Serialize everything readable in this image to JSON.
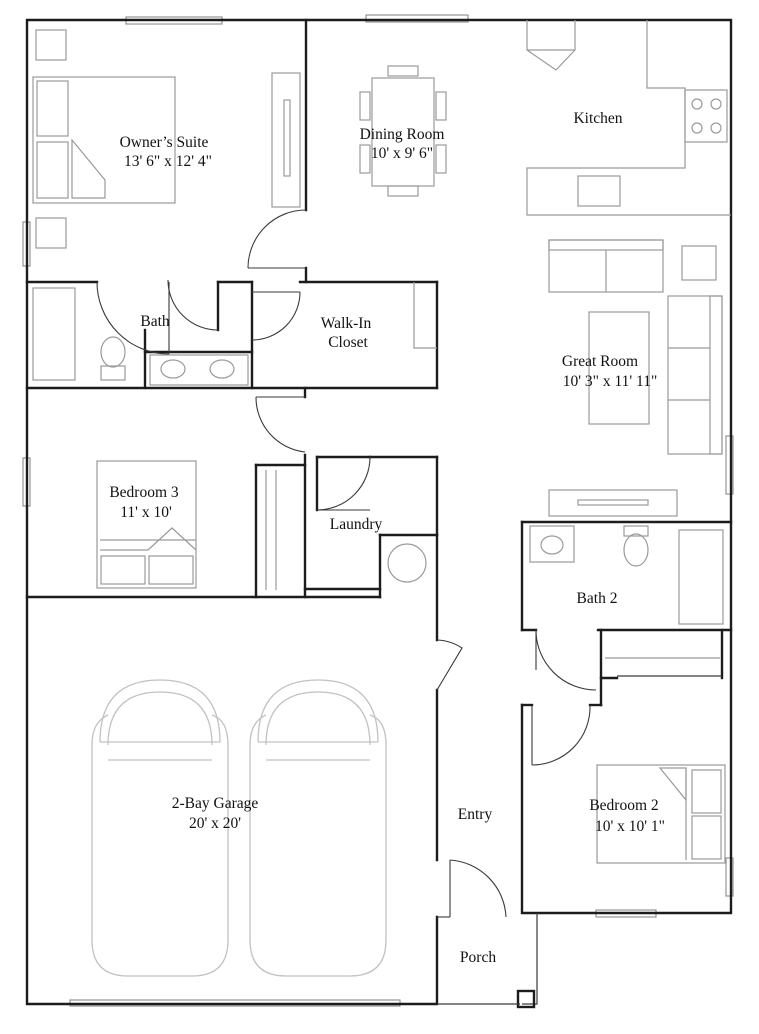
{
  "rooms": {
    "owners_suite": {
      "name": "Owner’s Suite",
      "dims": "13' 6\" x 12' 4\""
    },
    "dining_room": {
      "name": "Dining Room",
      "dims": "10' x 9' 6\""
    },
    "kitchen": {
      "name": "Kitchen"
    },
    "bath": {
      "name": "Bath"
    },
    "walk_in_closet": {
      "name_line1": "Walk-In",
      "name_line2": "Closet"
    },
    "great_room": {
      "name": "Great Room",
      "dims": "10' 3\" x 11' 11\""
    },
    "bedroom_3": {
      "name": "Bedroom 3",
      "dims": "11' x 10'"
    },
    "laundry": {
      "name": "Laundry"
    },
    "bath_2": {
      "name": "Bath 2"
    },
    "garage": {
      "name": "2-Bay Garage",
      "dims": "20' x 20'"
    },
    "entry": {
      "name": "Entry"
    },
    "bedroom_2": {
      "name": "Bedroom 2",
      "dims": "10' x 10' 1\""
    },
    "porch": {
      "name": "Porch"
    }
  }
}
